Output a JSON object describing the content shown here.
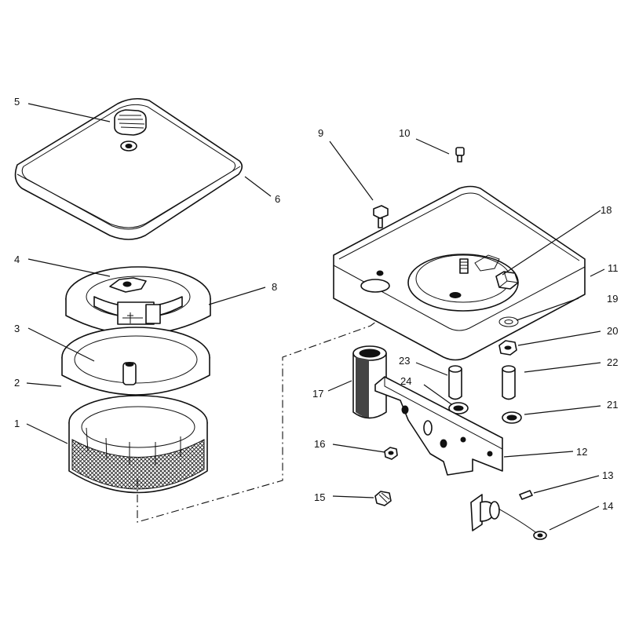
{
  "callouts": [
    {
      "id": "c1",
      "text": "1"
    },
    {
      "id": "c2",
      "text": "2"
    },
    {
      "id": "c3",
      "text": "3"
    },
    {
      "id": "c4",
      "text": "4"
    },
    {
      "id": "c5",
      "text": "5"
    },
    {
      "id": "c6",
      "text": "6"
    },
    {
      "id": "c8",
      "text": "8"
    },
    {
      "id": "c9",
      "text": "9"
    },
    {
      "id": "c10",
      "text": "10"
    },
    {
      "id": "c11",
      "text": "11"
    },
    {
      "id": "c12",
      "text": "12"
    },
    {
      "id": "c13",
      "text": "13"
    },
    {
      "id": "c14",
      "text": "14"
    },
    {
      "id": "c15",
      "text": "15"
    },
    {
      "id": "c16",
      "text": "16"
    },
    {
      "id": "c17",
      "text": "17"
    },
    {
      "id": "c18",
      "text": "18"
    },
    {
      "id": "c19",
      "text": "19"
    },
    {
      "id": "c20",
      "text": "20"
    },
    {
      "id": "c21",
      "text": "21"
    },
    {
      "id": "c22",
      "text": "22"
    },
    {
      "id": "c23",
      "text": "23"
    },
    {
      "id": "c24",
      "text": "24"
    }
  ]
}
